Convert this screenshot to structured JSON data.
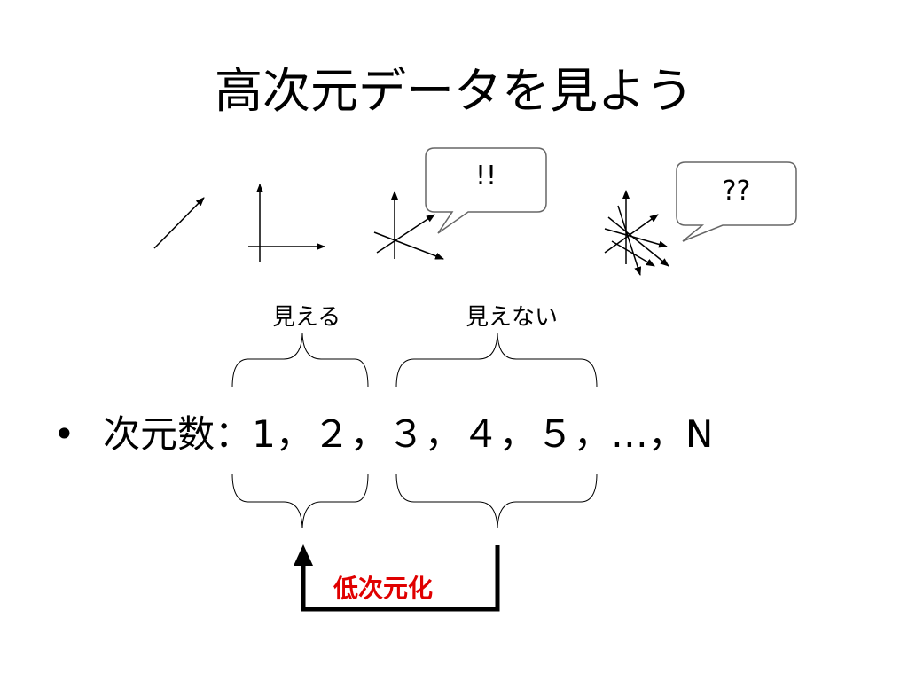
{
  "title": "高次元データを見よう",
  "labels": {
    "visible": "見える",
    "invisible": "見えない"
  },
  "bubbles": {
    "left": "!!",
    "right": "??"
  },
  "bullet": {
    "marker": "•",
    "text": "次元数：1，２，３，４，５，…，N"
  },
  "reduction_label": "低次元化",
  "colors": {
    "reduction": "#e00000",
    "line": "#000000",
    "bubble_border": "#666666"
  }
}
